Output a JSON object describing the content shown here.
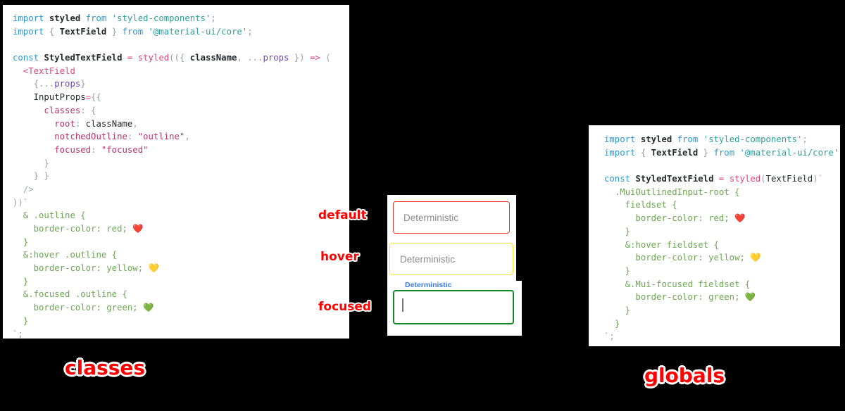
{
  "left_panel": {
    "caption": "classes",
    "code_lines": [
      [
        {
          "t": "kw",
          "s": "import"
        },
        {
          "t": "plain",
          "s": " "
        },
        {
          "t": "id",
          "s": "styled"
        },
        {
          "t": "plain",
          "s": " "
        },
        {
          "t": "kw",
          "s": "from"
        },
        {
          "t": "plain",
          "s": " "
        },
        {
          "t": "str",
          "s": "'styled-components'"
        },
        {
          "t": "punc",
          "s": ";"
        }
      ],
      [
        {
          "t": "kw",
          "s": "import"
        },
        {
          "t": "plain",
          "s": " "
        },
        {
          "t": "punc",
          "s": "{ "
        },
        {
          "t": "id",
          "s": "TextField"
        },
        {
          "t": "punc",
          "s": " }"
        },
        {
          "t": "plain",
          "s": " "
        },
        {
          "t": "kw",
          "s": "from"
        },
        {
          "t": "plain",
          "s": " "
        },
        {
          "t": "str",
          "s": "'@material-ui/core'"
        },
        {
          "t": "punc",
          "s": ";"
        }
      ],
      [
        {
          "t": "plain",
          "s": ""
        }
      ],
      [
        {
          "t": "kw",
          "s": "const"
        },
        {
          "t": "plain",
          "s": " "
        },
        {
          "t": "id",
          "s": "StyledTextField"
        },
        {
          "t": "plain",
          "s": " "
        },
        {
          "t": "op",
          "s": "="
        },
        {
          "t": "plain",
          "s": " "
        },
        {
          "t": "fn",
          "s": "styled"
        },
        {
          "t": "punc",
          "s": "(({ "
        },
        {
          "t": "id",
          "s": "className"
        },
        {
          "t": "punc",
          "s": ", "
        },
        {
          "t": "punc",
          "s": "..."
        },
        {
          "t": "var",
          "s": "props"
        },
        {
          "t": "punc",
          "s": " }) "
        },
        {
          "t": "op",
          "s": "=>"
        },
        {
          "t": "punc",
          "s": " ("
        }
      ],
      [
        {
          "t": "plain",
          "s": "  "
        },
        {
          "t": "tag",
          "s": "<TextField"
        }
      ],
      [
        {
          "t": "plain",
          "s": "    "
        },
        {
          "t": "punc",
          "s": "{..."
        },
        {
          "t": "var",
          "s": "props"
        },
        {
          "t": "punc",
          "s": "}"
        }
      ],
      [
        {
          "t": "plain",
          "s": "    "
        },
        {
          "t": "plain",
          "s": "InputProps"
        },
        {
          "t": "op",
          "s": "="
        },
        {
          "t": "punc",
          "s": "{{"
        }
      ],
      [
        {
          "t": "plain",
          "s": "      "
        },
        {
          "t": "prop",
          "s": "classes"
        },
        {
          "t": "punc",
          "s": ": {"
        }
      ],
      [
        {
          "t": "plain",
          "s": "        "
        },
        {
          "t": "prop",
          "s": "root"
        },
        {
          "t": "punc",
          "s": ": "
        },
        {
          "t": "plain",
          "s": "className"
        },
        {
          "t": "punc",
          "s": ","
        }
      ],
      [
        {
          "t": "plain",
          "s": "        "
        },
        {
          "t": "prop",
          "s": "notchedOutline"
        },
        {
          "t": "punc",
          "s": ": "
        },
        {
          "t": "pstr",
          "s": "\"outline\""
        },
        {
          "t": "punc",
          "s": ","
        }
      ],
      [
        {
          "t": "plain",
          "s": "        "
        },
        {
          "t": "prop",
          "s": "focused"
        },
        {
          "t": "punc",
          "s": ": "
        },
        {
          "t": "pstr",
          "s": "\"focused\""
        }
      ],
      [
        {
          "t": "plain",
          "s": "      "
        },
        {
          "t": "punc",
          "s": "}"
        }
      ],
      [
        {
          "t": "plain",
          "s": "    "
        },
        {
          "t": "punc",
          "s": "} }"
        }
      ],
      [
        {
          "t": "plain",
          "s": "  "
        },
        {
          "t": "punc",
          "s": "/>"
        }
      ],
      [
        {
          "t": "punc",
          "s": "))"
        },
        {
          "t": "tick",
          "s": "`"
        }
      ],
      [
        {
          "t": "plain",
          "s": "  "
        },
        {
          "t": "css",
          "s": "& .outline {"
        }
      ],
      [
        {
          "t": "plain",
          "s": "    "
        },
        {
          "t": "css",
          "s": "border-color: red; "
        },
        {
          "t": "plain",
          "s": "❤️"
        }
      ],
      [
        {
          "t": "plain",
          "s": "  "
        },
        {
          "t": "css",
          "s": "}"
        }
      ],
      [
        {
          "t": "plain",
          "s": "  "
        },
        {
          "t": "css",
          "s": "&:hover .outline {"
        }
      ],
      [
        {
          "t": "plain",
          "s": "    "
        },
        {
          "t": "css",
          "s": "border-color: yellow; "
        },
        {
          "t": "plain",
          "s": "💛"
        }
      ],
      [
        {
          "t": "plain",
          "s": "  "
        },
        {
          "t": "css",
          "s": "}"
        }
      ],
      [
        {
          "t": "plain",
          "s": "  "
        },
        {
          "t": "css",
          "s": "&.focused .outline {"
        }
      ],
      [
        {
          "t": "plain",
          "s": "    "
        },
        {
          "t": "css",
          "s": "border-color: green; "
        },
        {
          "t": "plain",
          "s": "💚"
        }
      ],
      [
        {
          "t": "plain",
          "s": "  "
        },
        {
          "t": "css",
          "s": "}"
        }
      ],
      [
        {
          "t": "tick",
          "s": "`;"
        }
      ]
    ]
  },
  "right_panel": {
    "caption": "globals",
    "code_lines": [
      [
        {
          "t": "kw",
          "s": "import"
        },
        {
          "t": "plain",
          "s": " "
        },
        {
          "t": "id",
          "s": "styled"
        },
        {
          "t": "plain",
          "s": " "
        },
        {
          "t": "kw",
          "s": "from"
        },
        {
          "t": "plain",
          "s": " "
        },
        {
          "t": "str",
          "s": "'styled-components'"
        },
        {
          "t": "punc",
          "s": ";"
        }
      ],
      [
        {
          "t": "kw",
          "s": "import"
        },
        {
          "t": "plain",
          "s": " "
        },
        {
          "t": "punc",
          "s": "{ "
        },
        {
          "t": "id",
          "s": "TextField"
        },
        {
          "t": "punc",
          "s": " }"
        },
        {
          "t": "plain",
          "s": " "
        },
        {
          "t": "kw",
          "s": "from"
        },
        {
          "t": "plain",
          "s": " "
        },
        {
          "t": "str",
          "s": "'@material-ui/core'"
        },
        {
          "t": "punc",
          "s": ";"
        }
      ],
      [
        {
          "t": "plain",
          "s": ""
        }
      ],
      [
        {
          "t": "kw",
          "s": "const"
        },
        {
          "t": "plain",
          "s": " "
        },
        {
          "t": "id",
          "s": "StyledTextField"
        },
        {
          "t": "plain",
          "s": " "
        },
        {
          "t": "op",
          "s": "="
        },
        {
          "t": "plain",
          "s": " "
        },
        {
          "t": "fn",
          "s": "styled"
        },
        {
          "t": "punc",
          "s": "("
        },
        {
          "t": "plain",
          "s": "TextField"
        },
        {
          "t": "punc",
          "s": ")"
        },
        {
          "t": "tick",
          "s": "`"
        }
      ],
      [
        {
          "t": "plain",
          "s": "  "
        },
        {
          "t": "css",
          "s": ".MuiOutlinedInput-root {"
        }
      ],
      [
        {
          "t": "plain",
          "s": "    "
        },
        {
          "t": "css",
          "s": "fieldset {"
        }
      ],
      [
        {
          "t": "plain",
          "s": "      "
        },
        {
          "t": "css",
          "s": "border-color: red; "
        },
        {
          "t": "plain",
          "s": "❤️"
        }
      ],
      [
        {
          "t": "plain",
          "s": "    "
        },
        {
          "t": "css",
          "s": "}"
        }
      ],
      [
        {
          "t": "plain",
          "s": "    "
        },
        {
          "t": "css",
          "s": "&:hover fieldset {"
        }
      ],
      [
        {
          "t": "plain",
          "s": "      "
        },
        {
          "t": "css",
          "s": "border-color: yellow; "
        },
        {
          "t": "plain",
          "s": "💛"
        }
      ],
      [
        {
          "t": "plain",
          "s": "    "
        },
        {
          "t": "css",
          "s": "}"
        }
      ],
      [
        {
          "t": "plain",
          "s": "    "
        },
        {
          "t": "css",
          "s": "&.Mui-focused fieldset {"
        }
      ],
      [
        {
          "t": "plain",
          "s": "      "
        },
        {
          "t": "css",
          "s": "border-color: green; "
        },
        {
          "t": "plain",
          "s": "💚"
        }
      ],
      [
        {
          "t": "plain",
          "s": "    "
        },
        {
          "t": "css",
          "s": "}"
        }
      ],
      [
        {
          "t": "plain",
          "s": "  "
        },
        {
          "t": "css",
          "s": "}"
        }
      ],
      [
        {
          "t": "tick",
          "s": "`;"
        }
      ]
    ]
  },
  "demo": {
    "states": [
      {
        "name": "default",
        "annotation": "default",
        "field_value": "Deterministic",
        "border_color": "#ef3b2d"
      },
      {
        "name": "hover",
        "annotation": "hover",
        "field_value": "Deterministic",
        "border_color": "#f5e625"
      },
      {
        "name": "focused",
        "annotation": "focused",
        "field_label": "Deterministic",
        "field_value": "",
        "border_color": "#128a2a",
        "label_color": "#3b78e7"
      }
    ]
  }
}
